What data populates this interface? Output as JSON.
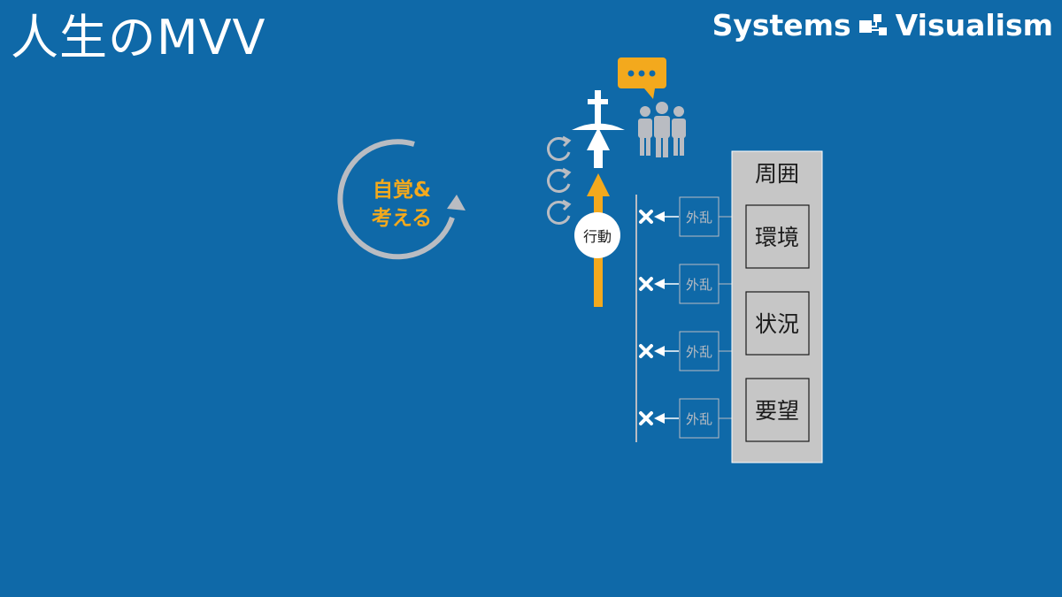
{
  "slide": {
    "title": "人生のMVV",
    "brand_left": "Systems",
    "brand_right": "Visualism",
    "brand_icon": "systems-visualism-logo-icon"
  },
  "cycle": {
    "line1": "自覚&",
    "line2": "考える"
  },
  "action_label": "行動",
  "surroundings": {
    "title": "周囲",
    "items": [
      "環境",
      "状況",
      "要望"
    ]
  },
  "disturbance_label": "外乱",
  "disturbance_count": 4,
  "icons": {
    "goal": "cross-flag-icon",
    "speech": "speech-bubble-icon",
    "people": "people-group-icon",
    "loop": "loop-arrow-icon",
    "block": "x-mark-icon"
  },
  "colors": {
    "background": "#0f69a8",
    "accent": "#f3a91d",
    "muted": "#b9bcc2",
    "box_fill": "#c6c6c6",
    "white": "#ffffff"
  }
}
